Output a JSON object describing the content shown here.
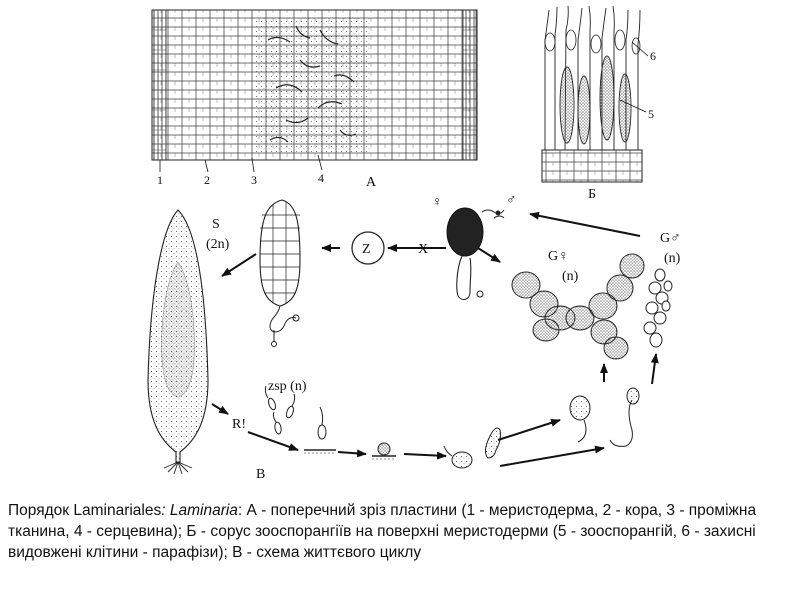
{
  "panel_a": {
    "numbers": [
      "1",
      "2",
      "3",
      "4"
    ],
    "letter": "А"
  },
  "panel_b": {
    "numbers": [
      "6",
      "5"
    ],
    "letter": "Б"
  },
  "panel_c": {
    "letter": "В",
    "sporophyte_label_1": "S",
    "sporophyte_label_2": "(2n)",
    "zygote_label": "Z",
    "fertilization_label": "X",
    "female_symbol": "♀",
    "male_symbol": "♂",
    "gf_label": "G♀",
    "gf_ploidy": "(n)",
    "gm_label": "G♂",
    "gm_ploidy": "(n)",
    "zsp_label": "zsp (n)",
    "meiosis_label": "R!"
  },
  "caption": {
    "order_prefix": "Порядок Laminariales",
    "colon_italic": ":",
    "genus": "Laminaria",
    "rest": ": А - поперечний зріз пластини (1 - меристодерма, 2 - кора, 3 - проміжна тканина, 4 - серцевина); Б - сорус зооспорангіїв на поверхні меристодерми (5 - зооспорангій, 6 - захисні видовжені клітини - парафізи); В - схема життєвого циклу"
  }
}
